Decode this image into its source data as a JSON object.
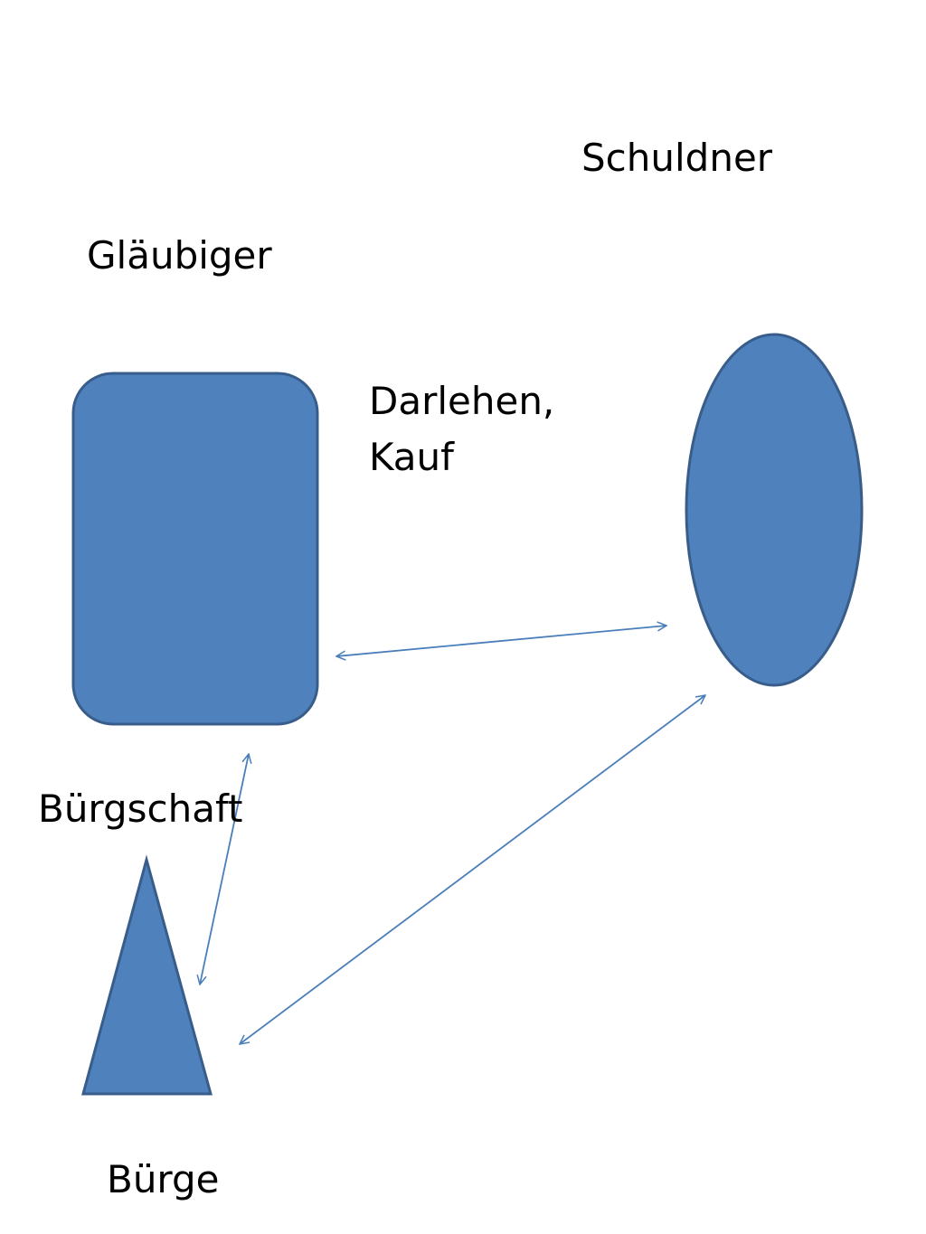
{
  "labels": {
    "schuldner": "Schuldner",
    "glaeubiger": "Gläubiger",
    "darlehen": "Darlehen,\nKauf",
    "buergschaft": "Bürgschaft",
    "buerge": "Bürge"
  },
  "colors": {
    "shape_fill": "#4F81BD",
    "shape_stroke": "#385D8A",
    "connector": "#4A7EBB",
    "text": "#000000"
  }
}
